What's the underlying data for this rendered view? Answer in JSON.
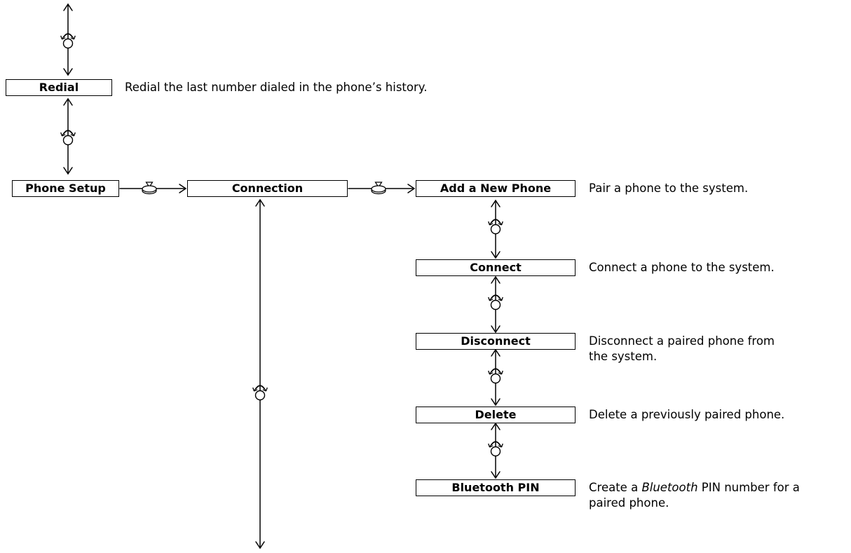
{
  "menu": {
    "redial": "Redial",
    "phone_setup": "Phone Setup",
    "connection": "Connection",
    "add_new_phone": "Add a New Phone",
    "connect": "Connect",
    "disconnect": "Disconnect",
    "delete": "Delete",
    "bluetooth_pin": "Bluetooth PIN"
  },
  "descriptions": {
    "redial": "Redial the last number dialed in the phone’s history.",
    "add_new_phone": "Pair a phone to the system.",
    "connect": "Connect a phone to the system.",
    "disconnect_line1": "Disconnect a paired phone from",
    "disconnect_line2": "the system.",
    "delete": "Delete a previously paired phone.",
    "bluetooth_pin_prefix": "Create a ",
    "bluetooth_pin_italic": "Bluetooth",
    "bluetooth_pin_suffix": " PIN number for a",
    "bluetooth_pin_line2": "paired phone."
  },
  "icons": {
    "rotate": "rotate-knob-icon",
    "press": "press-knob-icon"
  }
}
